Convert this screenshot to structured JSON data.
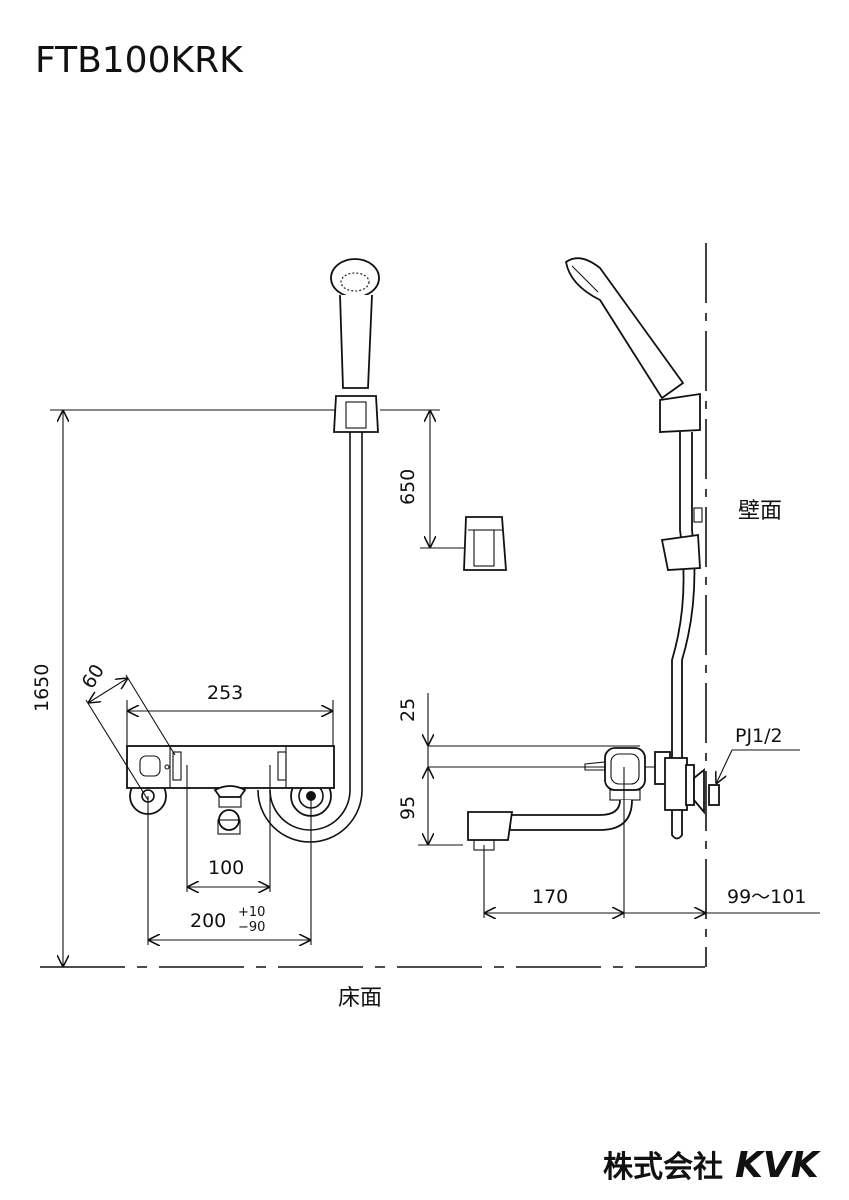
{
  "title": "FTB100KRK",
  "dimensions": {
    "height_holder": "1650",
    "holder_spacing": "650",
    "body_width": "253",
    "handle_depth": "60",
    "inlet_spacing_inner": "100",
    "inlet_spacing": "200",
    "inlet_tolerance_plus": "+10",
    "inlet_tolerance_minus": "−90",
    "top_offset": "25",
    "spout_drop": "95",
    "spout_reach": "170",
    "wall_distance": "99〜101"
  },
  "labels": {
    "wall": "壁面",
    "floor": "床面",
    "pipe_thread": "PJ1/2"
  },
  "logo": {
    "company_jp": "株式会社",
    "brand": "KVK"
  }
}
